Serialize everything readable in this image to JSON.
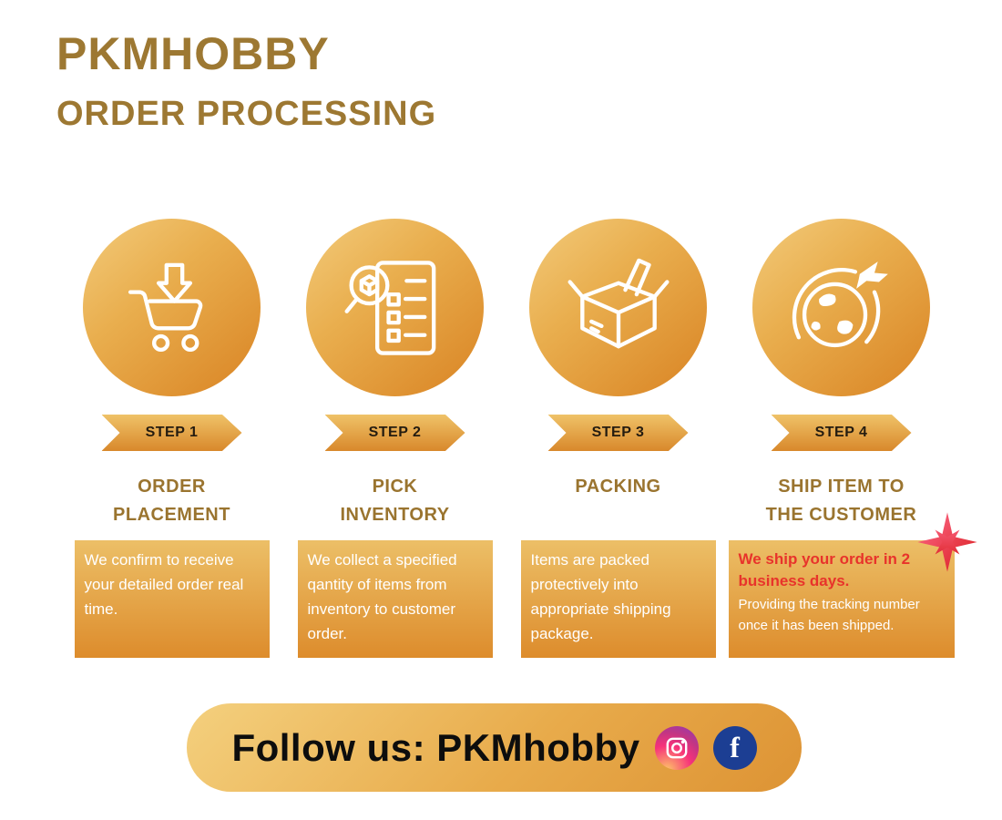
{
  "header": {
    "brand": "PKMHOBBY",
    "title": "ORDER PROCESSING"
  },
  "steps": [
    {
      "badge": "STEP 1",
      "title": "ORDER PLACEMENT",
      "description": "We confirm to receive your detailed order real time.",
      "icon": "cart-download-icon"
    },
    {
      "badge": "STEP 2",
      "title": "PICK INVENTORY",
      "description": "We collect a specified qantity of items from inventory to customer order.",
      "icon": "pick-inventory-icon"
    },
    {
      "badge": "STEP 3",
      "title": "PACKING",
      "description": "Items are packed protectively into appropriate shipping package.",
      "icon": "packing-box-icon"
    },
    {
      "badge": "STEP 4",
      "title": "SHIP ITEM TO THE CUSTOMER",
      "highlight": "We ship your order in 2 business days.",
      "description": "Providing the tracking number once it has been shipped.",
      "icon": "globe-plane-icon",
      "decoration": "sparkle-icon"
    }
  ],
  "footer": {
    "label": "Follow us: PKMhobby",
    "social": [
      "instagram-icon",
      "facebook-icon"
    ]
  },
  "colors": {
    "brand_text": "#9d7832",
    "gradient_light": "#f2c978",
    "gradient_dark": "#dd8e2e",
    "highlight_red": "#e8332b",
    "facebook_blue": "#1c3e93",
    "badge_text": "#241c10",
    "description_text": "#ffffff"
  }
}
